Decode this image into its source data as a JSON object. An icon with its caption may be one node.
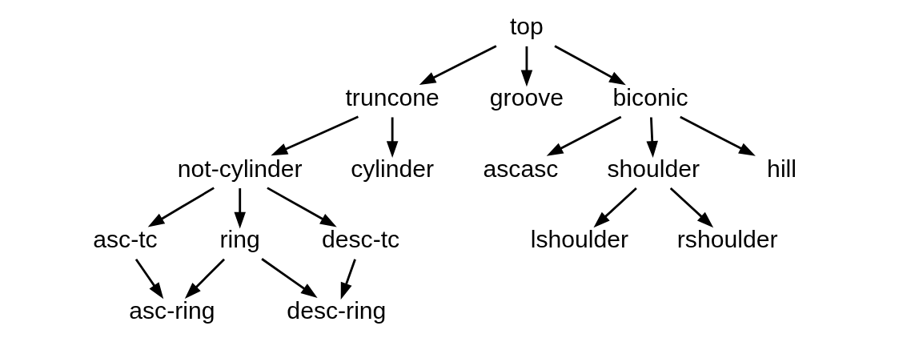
{
  "diagram": {
    "nodes": [
      {
        "text": [
          "top"
        ]
      },
      {
        "text": [
          "truncone"
        ]
      },
      {
        "text": [
          "groove"
        ]
      },
      {
        "text": [
          "biconic"
        ]
      },
      {
        "text": [
          "not-cylinder"
        ]
      },
      {
        "text": [
          "ascasc"
        ]
      },
      {
        "text": [
          "shoulder"
        ]
      },
      {
        "text": [
          "hill"
        ]
      },
      {
        "text": [
          "cylinder"
        ]
      },
      {
        "text": [
          "asc-tc"
        ]
      },
      {
        "text": [
          "ring"
        ]
      },
      {
        "text": [
          "desc-tc"
        ]
      },
      {
        "text": [
          "lshoulder"
        ]
      },
      {
        "text": [
          "rshoulder"
        ]
      },
      {
        "text": [
          "asc-ring"
        ]
      },
      {
        "text": [
          "desc-ring"
        ]
      }
    ],
    "edges": [
      {
        "from": 0,
        "to": 1,
        "arrow": "to"
      },
      {
        "from": 0,
        "to": 2,
        "arrow": "to"
      },
      {
        "from": 0,
        "to": 3,
        "arrow": "to"
      },
      {
        "from": 1,
        "to": 8,
        "arrow": "to"
      },
      {
        "from": 1,
        "to": 4,
        "arrow": "to"
      },
      {
        "from": 4,
        "to": 9,
        "arrow": "to"
      },
      {
        "from": 4,
        "to": 10,
        "arrow": "to"
      },
      {
        "from": 4,
        "to": 11,
        "arrow": "to"
      },
      {
        "from": 3,
        "to": 5,
        "arrow": "to"
      },
      {
        "from": 3,
        "to": 6,
        "arrow": "to"
      },
      {
        "from": 3,
        "to": 7,
        "arrow": "to"
      },
      {
        "from": 6,
        "to": 12,
        "arrow": "to"
      },
      {
        "from": 6,
        "to": 13,
        "arrow": "to"
      },
      {
        "from": 9,
        "to": 14,
        "arrow": "to"
      },
      {
        "from": 10,
        "to": 14,
        "arrow": "to"
      },
      {
        "from": 10,
        "to": 15,
        "arrow": "to"
      },
      {
        "from": 11,
        "to": 15,
        "arrow": "to"
      }
    ]
  }
}
